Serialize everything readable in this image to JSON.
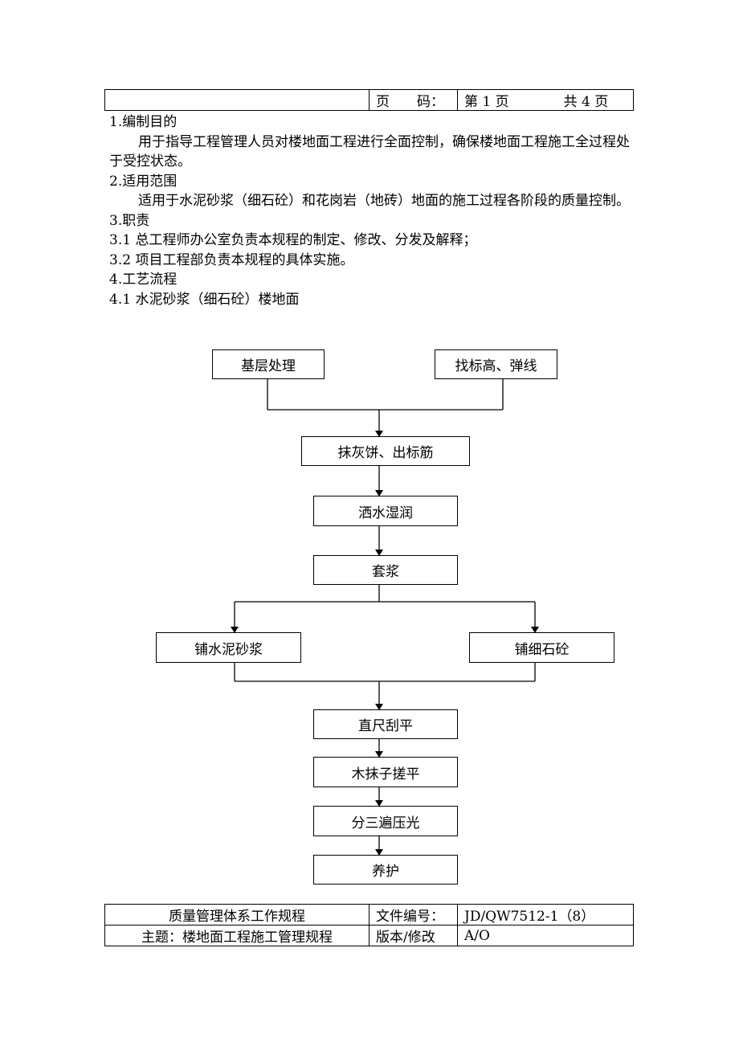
{
  "header": {
    "page_label": "页　　码：",
    "page_value": "第 1 页　　　　共 4 页"
  },
  "content": {
    "s1_title": "1.编制目的",
    "s1_body": "用于指导工程管理人员对楼地面工程进行全面控制，确保楼地面工程施工全过程处于受控状态。",
    "s2_title": "2.适用范围",
    "s2_body": "适用于水泥砂浆（细石砼）和花岗岩（地砖）地面的施工过程各阶段的质量控制。",
    "s3_title": "3.职责",
    "s3_1": "3.1 总工程师办公室负责本规程的制定、修改、分发及解释；",
    "s3_2": "3.2 项目工程部负责本规程的具体实施。",
    "s4_title": "4.工艺流程",
    "s4_1": "4.1 水泥砂浆（细石砼）楼地面"
  },
  "flowchart": {
    "base": "基层处理",
    "level": "找标高、弹线",
    "cake": "抹灰饼、出标筋",
    "wet": "洒水湿润",
    "slurry": "套浆",
    "mortar": "铺水泥砂浆",
    "concrete": "铺细石砼",
    "screed": "直尺刮平",
    "float": "木抹子搓平",
    "press": "分三遍压光",
    "cure": "养护"
  },
  "footer": {
    "system": "质量管理体系工作规程",
    "doc_no_label": "文件编号：",
    "doc_no": "JD/QW7512-1（8）",
    "subject": "主题：楼地面工程施工管理规程",
    "version_label": "版本/修改",
    "version": "A/O"
  }
}
